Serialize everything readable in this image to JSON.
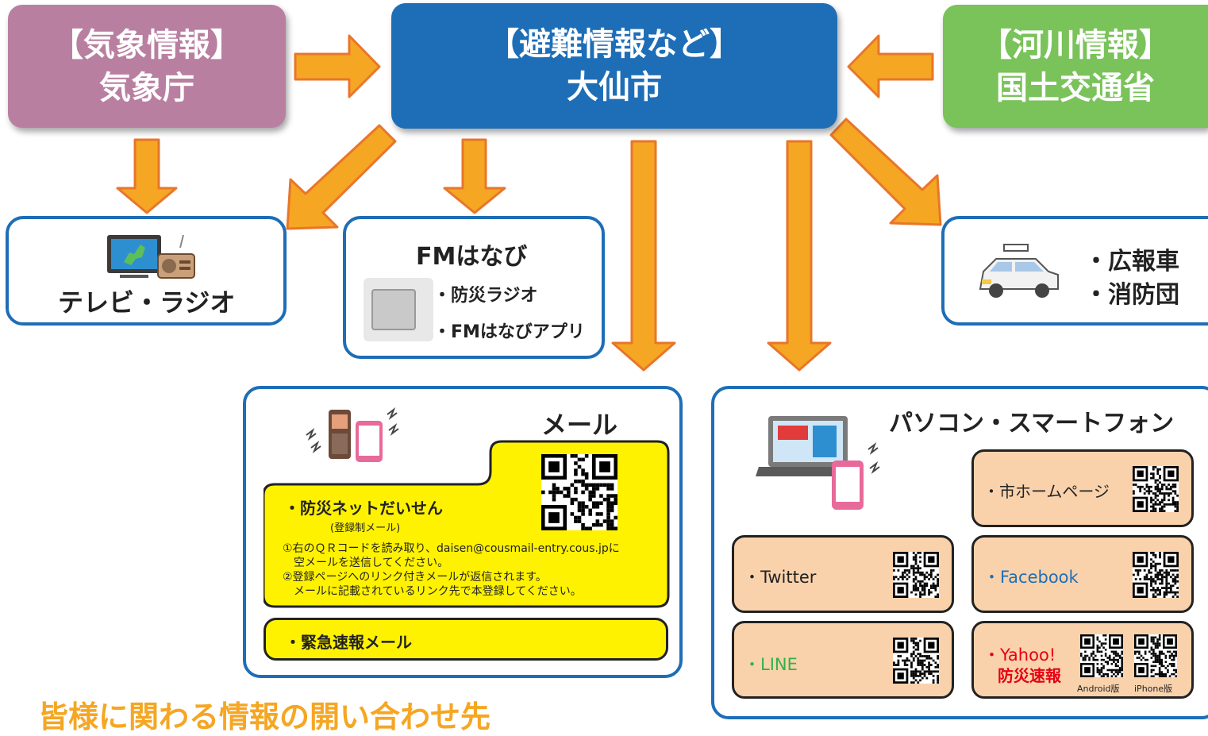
{
  "sources": {
    "weather": {
      "line1": "【気象情報】",
      "line2": "気象庁",
      "color": "#b97fa0"
    },
    "evac": {
      "line1": "【避難情報など】",
      "line2": "大仙市",
      "color": "#1e6eb7"
    },
    "river": {
      "line1": "【河川情報】",
      "line2": "国土交通省",
      "color": "#7ac25a"
    }
  },
  "arrow_color": "#f5a623",
  "tv": {
    "label": "テレビ・ラジオ"
  },
  "fm": {
    "title": "FMはなび",
    "item1": "・防災ラジオ",
    "item2": "・FMはなびアプリ"
  },
  "car": {
    "item1": "・広報車",
    "item2": "・消防団"
  },
  "mail": {
    "title": "メール",
    "net_title": "・防災ネットだいせん",
    "net_sub": "(登録制メール)",
    "steps": [
      "①右のＱＲコードを読み取り、daisen@cousmail-entry.cous.jpに",
      "　空メールを送信してください。",
      "②登録ページへのリンク付きメールが返信されます。",
      "　メールに記載されているリンク先で本登録してください。"
    ],
    "emergency": "・緊急速報メール"
  },
  "pc": {
    "title": "パソコン・スマートフォン",
    "homepage": "・市ホームページ",
    "twitter": "・Twitter",
    "facebook": "・Facebook",
    "line": "・LINE",
    "yahoo1": "・Yahoo!",
    "yahoo2": "防災速報",
    "android": "Android版",
    "iphone": "iPhone版"
  },
  "footer_partial": "皆様に関わる情報の開い合わせ先"
}
